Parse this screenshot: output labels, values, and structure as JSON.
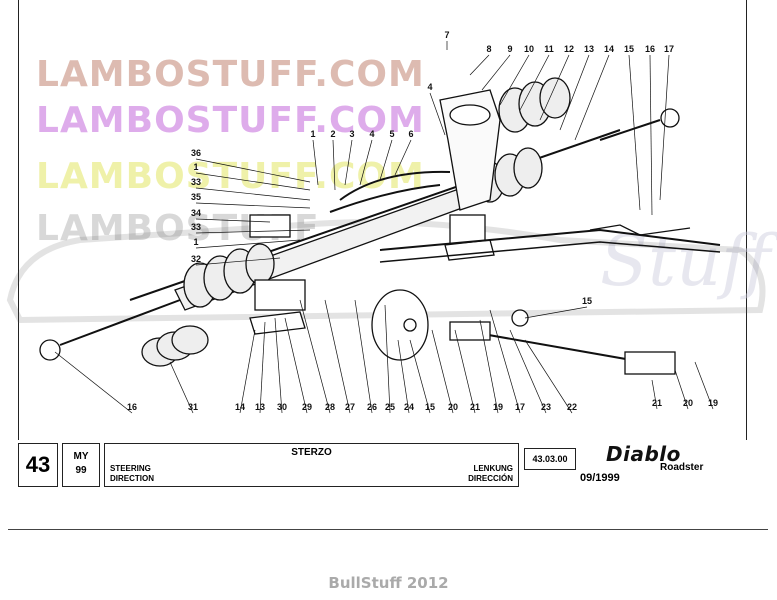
{
  "watermarks": [
    "LAMBOSTUFF.COM",
    "LAMBOSTUFF.COM",
    "LAMBOSTUFF.COM",
    "LAMBOSTUFF"
  ],
  "watermark_script": "Stuff",
  "callouts": [
    {
      "n": "7"
    },
    {
      "n": "8"
    },
    {
      "n": "9"
    },
    {
      "n": "10"
    },
    {
      "n": "11"
    },
    {
      "n": "12"
    },
    {
      "n": "13"
    },
    {
      "n": "14"
    },
    {
      "n": "15"
    },
    {
      "n": "16"
    },
    {
      "n": "17"
    },
    {
      "n": "4"
    },
    {
      "n": "1"
    },
    {
      "n": "2"
    },
    {
      "n": "3"
    },
    {
      "n": "4"
    },
    {
      "n": "5"
    },
    {
      "n": "6"
    },
    {
      "n": "36"
    },
    {
      "n": "1"
    },
    {
      "n": "33"
    },
    {
      "n": "35"
    },
    {
      "n": "34"
    },
    {
      "n": "33"
    },
    {
      "n": "1"
    },
    {
      "n": "32"
    },
    {
      "n": "15"
    },
    {
      "n": "16"
    },
    {
      "n": "31"
    },
    {
      "n": "14"
    },
    {
      "n": "13"
    },
    {
      "n": "30"
    },
    {
      "n": "29"
    },
    {
      "n": "28"
    },
    {
      "n": "27"
    },
    {
      "n": "26"
    },
    {
      "n": "25"
    },
    {
      "n": "24"
    },
    {
      "n": "15"
    },
    {
      "n": "20"
    },
    {
      "n": "21"
    },
    {
      "n": "19"
    },
    {
      "n": "17"
    },
    {
      "n": "23"
    },
    {
      "n": "22"
    },
    {
      "n": "21"
    },
    {
      "n": "20"
    },
    {
      "n": "19"
    }
  ],
  "titleblock": {
    "page_number": "43",
    "my_label": "MY",
    "my_year": "99",
    "title": "STERZO",
    "en": "STEERING",
    "fr": "DIRECTION",
    "de": "LENKUNG",
    "es": "DIRECCIÓN",
    "code": "43.03.00",
    "model": "Diablo",
    "variant": "Roadster",
    "date": "09/1999"
  },
  "footer": "BullStuff 2012"
}
